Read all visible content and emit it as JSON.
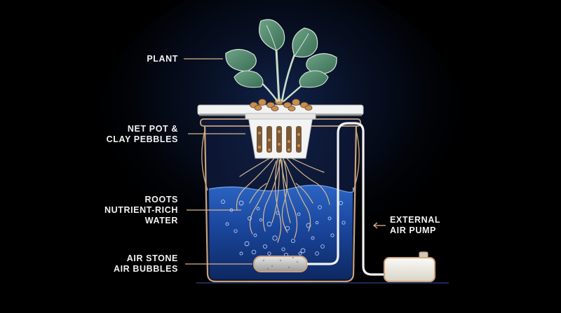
{
  "labels": {
    "plant": [
      "PLANT"
    ],
    "net_pot": [
      "NET POT &",
      "CLAY PEBBLES"
    ],
    "roots_water": [
      "ROOTS",
      "NUTRIENT-RICH",
      "WATER"
    ],
    "air_stone": [
      "AIR STONE",
      "AIR BUBBLES"
    ],
    "air_pump": [
      "EXTERNAL",
      "AIR PUMP"
    ]
  },
  "colors": {
    "background": "#000000",
    "leader_line": "#d9b48c",
    "bucket_outline": "#c9a27a",
    "water": "#1f4fa8",
    "leaf": "#4f8a6a",
    "lid": "#f2f2f2"
  }
}
